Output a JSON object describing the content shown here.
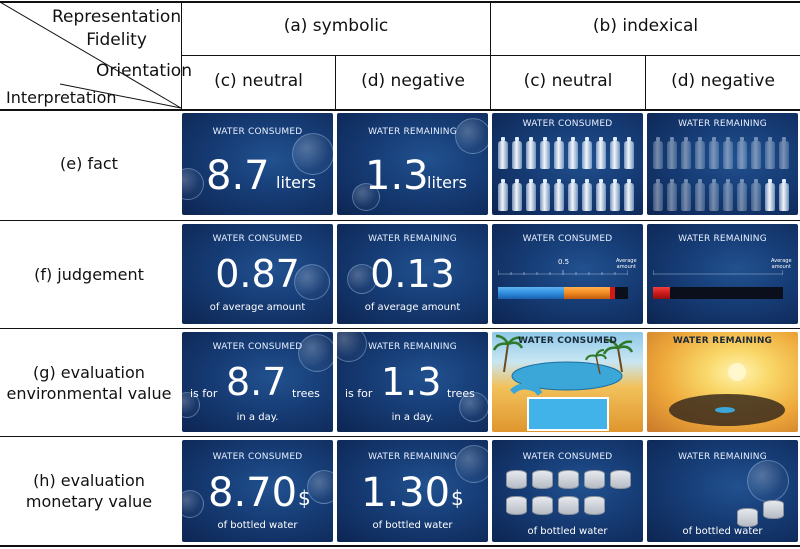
{
  "header": {
    "representation_fidelity": "Representation\nFidelity",
    "orientation": "Orientation",
    "interpretation": "Interpretation",
    "symbolic": "(a) symbolic",
    "indexical": "(b) indexical",
    "col_neutral": "(c) neutral",
    "col_negative": "(d) negative"
  },
  "rows": [
    {
      "label": "(e) fact",
      "cells": [
        {
          "caption": "WATER CONSUMED",
          "value": "8.7",
          "unit": "liters"
        },
        {
          "caption": "WATER REMAINING",
          "value": "1.3",
          "unit": "liters"
        },
        {
          "caption": "WATER CONSUMED"
        },
        {
          "caption": "WATER REMAINING"
        }
      ]
    },
    {
      "label": "(f) judgement",
      "cells": [
        {
          "caption": "WATER CONSUMED",
          "value": "0.87",
          "sub": "of average amount"
        },
        {
          "caption": "WATER REMAINING",
          "value": "0.13",
          "sub": "of average amount"
        },
        {
          "caption": "WATER CONSUMED",
          "scale_mark": "0.5",
          "avg_label": "Average\namount",
          "fraction": 0.87
        },
        {
          "caption": "WATER REMAINING",
          "avg_label": "Average\namount",
          "fraction": 0.13
        }
      ]
    },
    {
      "label": "(g) evaluation\nenvironmental value",
      "cells": [
        {
          "caption": "WATER CONSUMED",
          "prefix": "is for",
          "value": "8.7",
          "suffix": "trees",
          "sub": "in a day."
        },
        {
          "caption": "WATER REMAINING",
          "prefix": "is for",
          "value": "1.3",
          "suffix": "trees",
          "sub": "in a day."
        },
        {
          "caption": "WATER CONSUMED"
        },
        {
          "caption": "WATER REMAINING"
        }
      ]
    },
    {
      "label": "(h) evaluation\nmonetary value",
      "cells": [
        {
          "caption": "WATER CONSUMED",
          "value": "8.70",
          "unit": "$",
          "sub": "of bottled water"
        },
        {
          "caption": "WATER REMAINING",
          "value": "1.30",
          "unit": "$",
          "sub": "of bottled water"
        },
        {
          "caption": "WATER CONSUMED",
          "sub": "of bottled water"
        },
        {
          "caption": "WATER REMAINING",
          "sub": "of bottled water"
        }
      ]
    }
  ],
  "colors": {
    "panel_dark": "#0d2552",
    "panel_mid": "#21518f",
    "bar_blue": "#2f8fe0",
    "bar_orange": "#f08a20",
    "bar_red": "#d01a1a",
    "sand": "#f2b640",
    "water": "#3aa7d8"
  }
}
